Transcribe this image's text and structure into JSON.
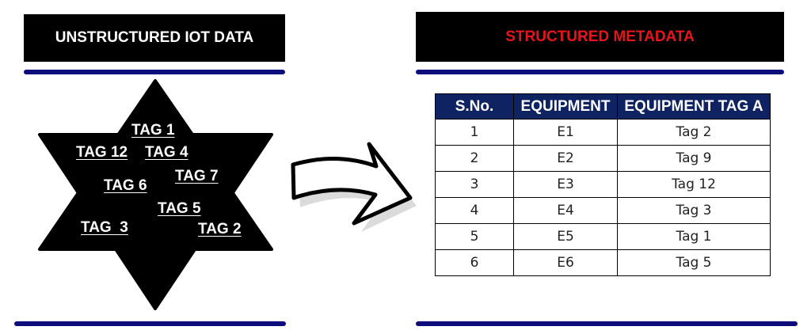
{
  "left": {
    "title": "UNSTRUCTURED IOT DATA",
    "tags": [
      "TAG 1",
      "TAG 12",
      "TAG 4",
      "TAG 7",
      "TAG 6",
      "TAG 5",
      "TAG  3",
      "TAG 2"
    ]
  },
  "right": {
    "title": "STRUCTURED METADATA",
    "title_color": "#e8141b",
    "table": {
      "headers": [
        "S.No.",
        "EQUIPMENT",
        "EQUIPMENT TAG A"
      ],
      "rows": [
        [
          "1",
          "E1",
          "Tag 2"
        ],
        [
          "2",
          "E2",
          "Tag 9"
        ],
        [
          "3",
          "E3",
          "Tag 12"
        ],
        [
          "4",
          "E4",
          "Tag 3"
        ],
        [
          "5",
          "E5",
          "Tag 1"
        ],
        [
          "6",
          "E6",
          "Tag 5"
        ]
      ]
    }
  }
}
